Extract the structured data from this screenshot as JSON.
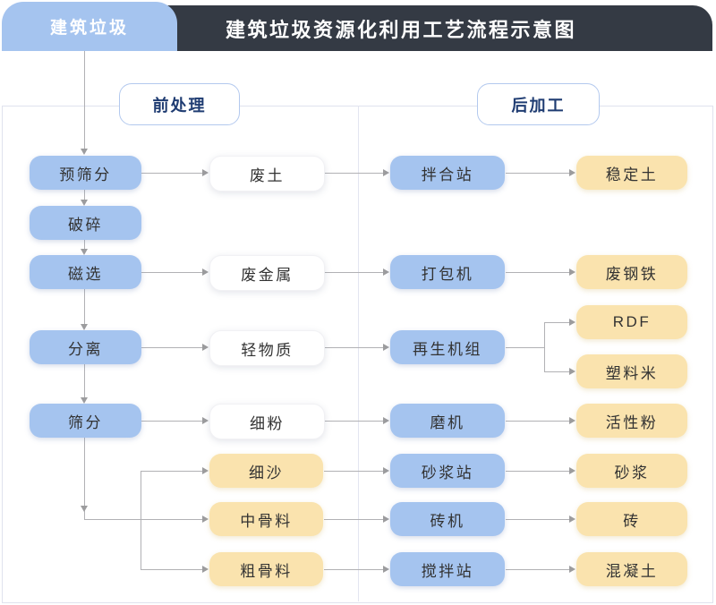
{
  "header": {
    "tab": "建筑垃圾",
    "title": "建筑垃圾资源化利用工艺流程示意图"
  },
  "sections": {
    "pre_label": "前处理",
    "post_label": "后加工"
  },
  "colors": {
    "header_bg": "#343a44",
    "node_blue": "#a5c4ef",
    "node_yellow": "#fae3ae",
    "badge_border": "#b3c9ee",
    "badge_text": "#1f3c72",
    "arrow": "#b1b1b4",
    "panel_border": "#e0e2ee"
  },
  "nodes": {
    "pre_screening": "预筛分",
    "crushing": "破碎",
    "magnetic_separation": "磁选",
    "separation": "分离",
    "screening": "筛分",
    "waste_soil": "废土",
    "waste_metal": "废金属",
    "light_material": "轻物质",
    "fine_powder": "细粉",
    "fine_sand": "细沙",
    "medium_aggregate": "中骨料",
    "coarse_aggregate": "粗骨料",
    "mixing_plant": "拌合站",
    "baler": "打包机",
    "regeneration_unit": "再生机组",
    "mill": "磨机",
    "mortar_plant": "砂浆站",
    "brick_machine": "砖机",
    "concrete_plant": "搅拌站",
    "stabilized_soil": "稳定土",
    "scrap_steel": "废钢铁",
    "rdf": "RDF",
    "plastic_pellets": "塑料米",
    "active_powder": "活性粉",
    "mortar": "砂浆",
    "brick": "砖",
    "concrete": "混凝土"
  },
  "edges": [
    "建筑垃圾->预筛分",
    "预筛分->破碎",
    "破碎->磁选",
    "磁选->分离",
    "分离->筛分",
    "筛分->细沙",
    "筛分->中骨料",
    "筛分->粗骨料",
    "预筛分->废土",
    "磁选->废金属",
    "分离->轻物质",
    "筛分->细粉",
    "废土->拌合站",
    "废金属->打包机",
    "轻物质->再生机组",
    "细粉->磨机",
    "细沙->砂浆站",
    "中骨料->砖机",
    "粗骨料->搅拌站",
    "拌合站->稳定土",
    "打包机->废钢铁",
    "再生机组->RDF",
    "再生机组->塑料米",
    "磨机->活性粉",
    "砂浆站->砂浆",
    "砖机->砖",
    "搅拌站->混凝土"
  ]
}
